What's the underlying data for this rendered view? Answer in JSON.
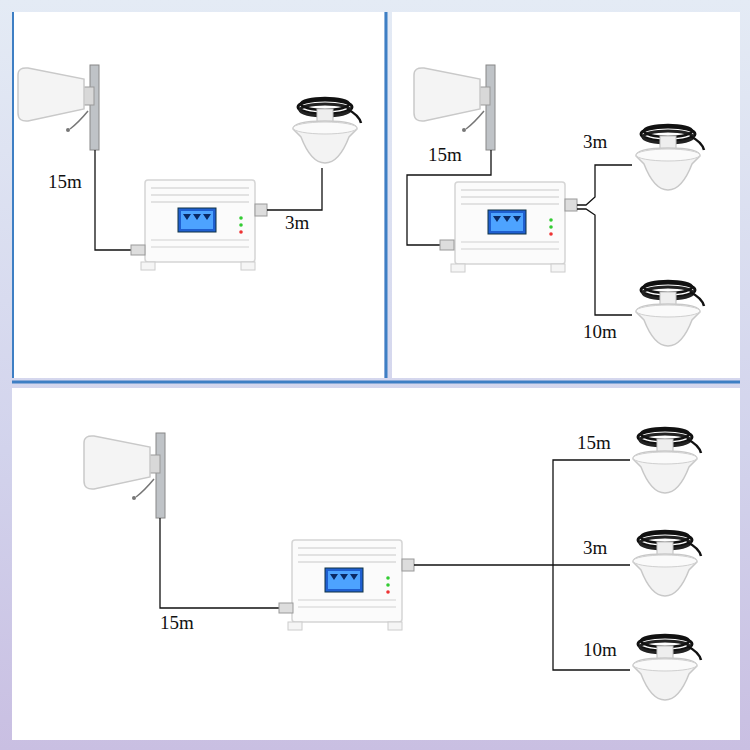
{
  "diagram": {
    "labels": [
      "15m",
      "3m",
      "15m",
      "3m",
      "10m",
      "15m",
      "3m",
      "15m",
      "10m"
    ]
  }
}
